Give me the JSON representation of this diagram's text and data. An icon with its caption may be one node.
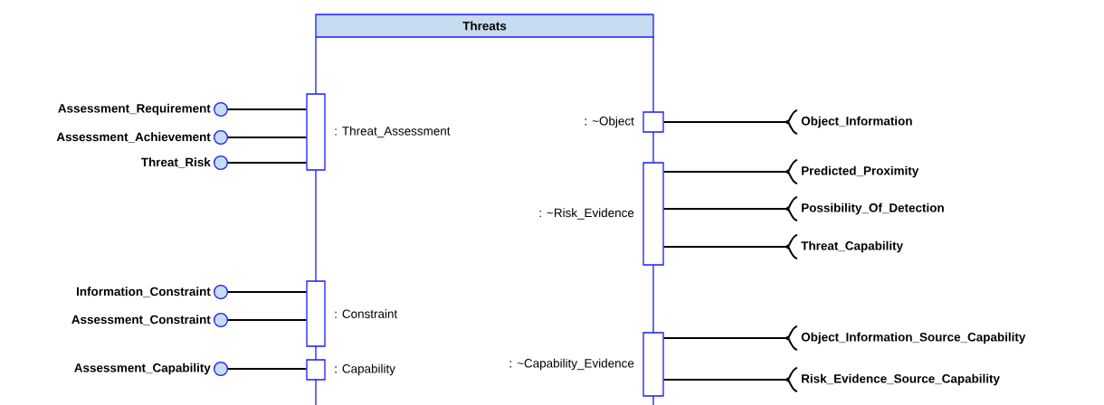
{
  "diagram": {
    "nodes": [
      {
        "text": [
          "Threats"
        ]
      },
      {
        "text": [
          ": Threat_Assessment"
        ]
      },
      {
        "text": [
          ": Constraint"
        ]
      },
      {
        "text": [
          ": Capability"
        ]
      },
      {
        "text": [
          ": ~Object"
        ]
      },
      {
        "text": [
          ": ~Risk_Evidence"
        ]
      },
      {
        "text": [
          ": ~Capability_Evidence"
        ]
      },
      {
        "text": [
          "Assessment_Requirement"
        ]
      },
      {
        "text": [
          "Assessment_Achievement"
        ]
      },
      {
        "text": [
          "Threat_Risk"
        ]
      },
      {
        "text": [
          "Information_Constraint"
        ]
      },
      {
        "text": [
          "Assessment_Constraint"
        ]
      },
      {
        "text": [
          "Assessment_Capability"
        ]
      },
      {
        "text": [
          "Object_Information"
        ]
      },
      {
        "text": [
          "Predicted_Proximity"
        ]
      },
      {
        "text": [
          "Possibility_Of_Detection"
        ]
      },
      {
        "text": [
          "Threat_Capability"
        ]
      },
      {
        "text": [
          "Object_Information_Source_Capability"
        ]
      },
      {
        "text": [
          "Risk_Evidence_Source_Capability"
        ]
      }
    ],
    "edges": [
      {
        "from": 1,
        "to": 7,
        "arrow": "other"
      },
      {
        "from": 1,
        "to": 8,
        "arrow": "other"
      },
      {
        "from": 1,
        "to": 9,
        "arrow": "other"
      },
      {
        "from": 2,
        "to": 10,
        "arrow": "other"
      },
      {
        "from": 2,
        "to": 11,
        "arrow": "other"
      },
      {
        "from": 3,
        "to": 12,
        "arrow": "other"
      },
      {
        "from": 4,
        "to": 13,
        "arrow": "none"
      },
      {
        "from": 5,
        "to": 14,
        "arrow": "none"
      },
      {
        "from": 5,
        "to": 15,
        "arrow": "none"
      },
      {
        "from": 5,
        "to": 16,
        "arrow": "none"
      },
      {
        "from": 6,
        "to": 17,
        "arrow": "none"
      },
      {
        "from": 6,
        "to": 18,
        "arrow": "none"
      }
    ]
  }
}
